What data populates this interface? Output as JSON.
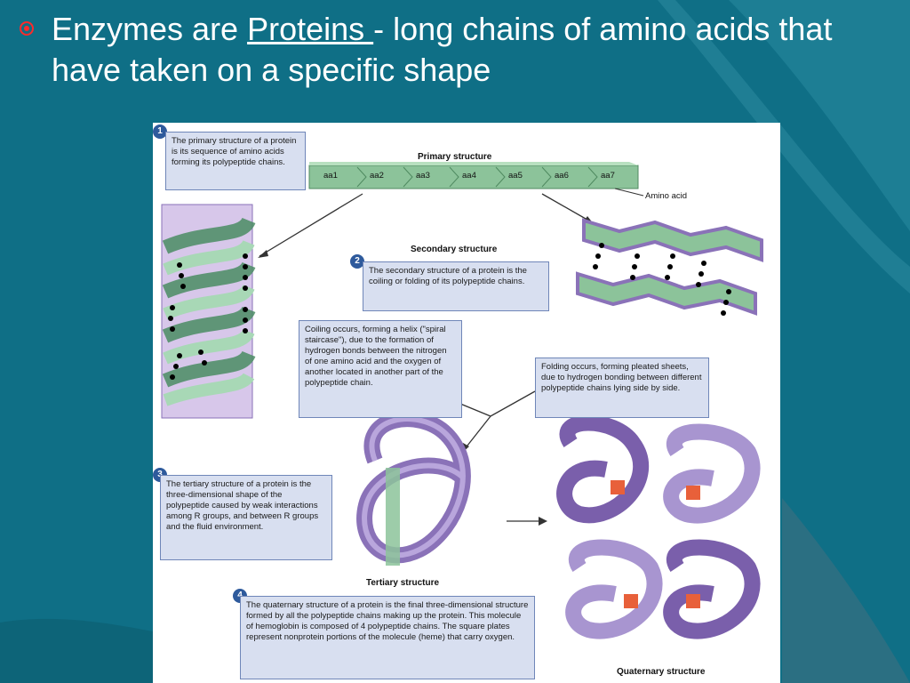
{
  "slide": {
    "title_before": "Enzymes are ",
    "title_link": "Proteins ",
    "title_after": "- long chains of amino acids that have taken on a specific shape"
  },
  "figure": {
    "step1": {
      "num": "1",
      "text": "The primary structure of a protein is its sequence of amino acids forming its polypeptide chains."
    },
    "step2": {
      "num": "2",
      "text": "The secondary structure of a protein is the coiling or folding of its polypeptide chains."
    },
    "step3": {
      "num": "3",
      "text": "The tertiary structure of a protein is the three-dimensional shape of the polypeptide caused by weak interactions among R groups, and between R groups and the fluid environment."
    },
    "step4": {
      "num": "4",
      "text": "The quaternary structure of a protein is the final three-dimensional structure formed by all the polypeptide chains making up the protein. This molecule of hemoglobin is composed of 4 polypeptide chains. The square plates represent nonprotein portions of the molecule (heme) that carry oxygen."
    },
    "helix_note": "Coiling occurs, forming a helix (\"spiral staircase\"), due to the formation of hydrogen bonds between the nitrogen of one amino acid and the oxygen of another located in another part of the polypeptide chain.",
    "sheet_note": "Folding occurs, forming pleated sheets, due to hydrogen bonding between different polypeptide chains lying side by side.",
    "label_primary": "Primary structure",
    "label_secondary": "Secondary structure",
    "label_tertiary": "Tertiary structure",
    "label_quaternary": "Quaternary structure",
    "label_amino_acid": "Amino acid",
    "chain": [
      "aa1",
      "aa2",
      "aa3",
      "aa4",
      "aa5",
      "aa6",
      "aa7"
    ],
    "colors": {
      "accent": "#2e5a9c",
      "chain": "#8cc39a",
      "protein": "#8a72b8",
      "heme": "#e8603a"
    }
  }
}
